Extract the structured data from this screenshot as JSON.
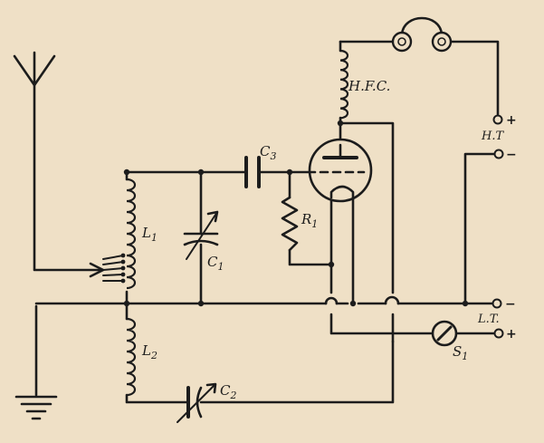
{
  "labels": {
    "hfc": "H.F.C.",
    "l1": "L",
    "l1_sub": "1",
    "l2": "L",
    "l2_sub": "2",
    "c1": "C",
    "c1_sub": "1",
    "c2": "C",
    "c2_sub": "2",
    "c3": "C",
    "c3_sub": "3",
    "r1": "R",
    "r1_sub": "1",
    "s1": "S",
    "s1_sub": "1",
    "ht": "H.T",
    "lt": "L.T.",
    "plus": "+",
    "minus": "−"
  }
}
